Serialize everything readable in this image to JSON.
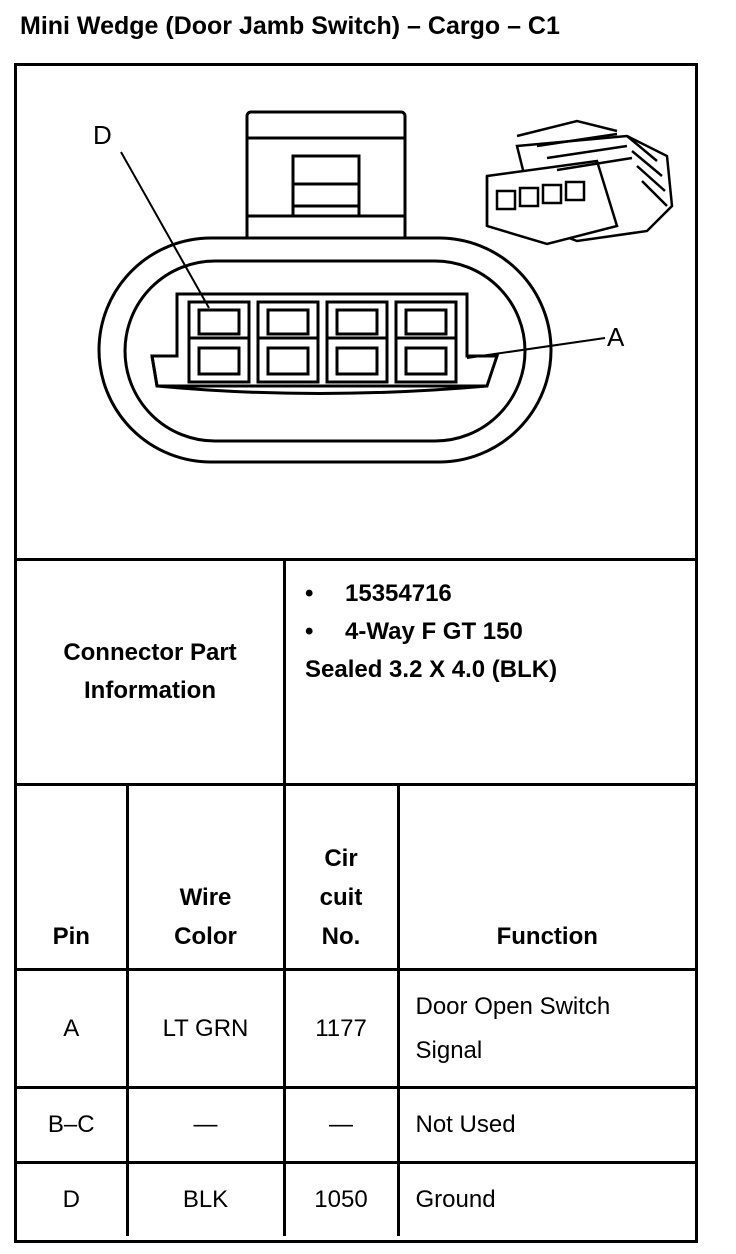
{
  "title": "Mini Wedge (Door Jamb Switch) – Cargo – C1",
  "diagram": {
    "callout_d": "D",
    "callout_a": "A"
  },
  "connector_info": {
    "label_line1": "Connector Part",
    "label_line2": "Information",
    "bullet_char": "•",
    "items": [
      "15354716",
      "4-Way F GT 150"
    ],
    "extra_line": "Sealed 3.2 X 4.0 (BLK)"
  },
  "table": {
    "headers": {
      "pin": "Pin",
      "wire_color_1": "Wire",
      "wire_color_2": "Color",
      "circuit_1": "Cir",
      "circuit_2": "cuit",
      "circuit_3": "No.",
      "function": "Function"
    },
    "rows": [
      {
        "pin": "A",
        "wire": "LT GRN",
        "circuit": "1177",
        "function_1": "Door Open Switch",
        "function_2": "Signal"
      },
      {
        "pin": "B–C",
        "wire": "—",
        "circuit": "—",
        "function_1": "Not Used",
        "function_2": ""
      },
      {
        "pin": "D",
        "wire": "BLK",
        "circuit": "1050",
        "function_1": "Ground",
        "function_2": ""
      }
    ]
  }
}
